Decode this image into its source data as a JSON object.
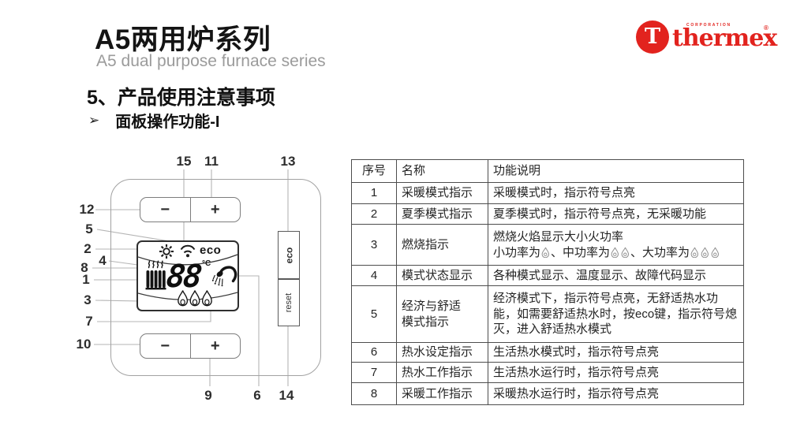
{
  "page": {
    "title": "A5两用炉系列",
    "subtitle": "A5 dual purpose furnace series",
    "section_heading": "5、产品使用注意事项",
    "bullet_arrow": "➢",
    "bullet_text": "面板操作功能-I"
  },
  "logo": {
    "corporation": "CORPORATION",
    "brand": "thermex",
    "registered": "®",
    "monogram": "T",
    "color": "#e2231e"
  },
  "diagram": {
    "display": {
      "eco_label": "eco",
      "temperature": "88",
      "unit": "°C"
    },
    "buttons": {
      "minus": "−",
      "plus": "+",
      "eco": "eco",
      "reset": "reset"
    },
    "callouts": {
      "c15": "15",
      "c11": "11",
      "c13": "13",
      "c12": "12",
      "c5": "5",
      "c2": "2",
      "c4": "4",
      "c8": "8",
      "c1": "1",
      "c3": "3",
      "c7": "7",
      "c10": "10",
      "c9": "9",
      "c6": "6",
      "c14": "14"
    }
  },
  "table": {
    "headers": [
      "序号",
      "名称",
      "功能说明"
    ],
    "rows": [
      {
        "no": "1",
        "name": "采暖模式指示",
        "desc": "采暖模式时，指示符号点亮"
      },
      {
        "no": "2",
        "name": "夏季模式指示",
        "desc": "夏季模式时，指示符号点亮，无采暖功能"
      },
      {
        "no": "3",
        "name": "燃烧指示",
        "desc_line1": "燃烧火焰显示大小火功率",
        "seg_small": "小功率为",
        "seg_mid": "、中功率为",
        "seg_large": "、大功率为"
      },
      {
        "no": "4",
        "name": "模式状态显示",
        "desc": "各种模式显示、温度显示、故障代码显示"
      },
      {
        "no": "5",
        "name": "经济与舒适",
        "name2": "模式指示",
        "desc": "经济模式下，指示符号点亮，无舒适热水功能，如需要舒适热水时，按eco键，指示符号熄灭，进入舒适热水模式"
      },
      {
        "no": "6",
        "name": "热水设定指示",
        "desc": "生活热水模式时，指示符号点亮"
      },
      {
        "no": "7",
        "name": "热水工作指示",
        "desc": "生活热水运行时，指示符号点亮"
      },
      {
        "no": "8",
        "name": "采暖工作指示",
        "desc": "采暖热水运行时，指示符号点亮"
      }
    ]
  }
}
